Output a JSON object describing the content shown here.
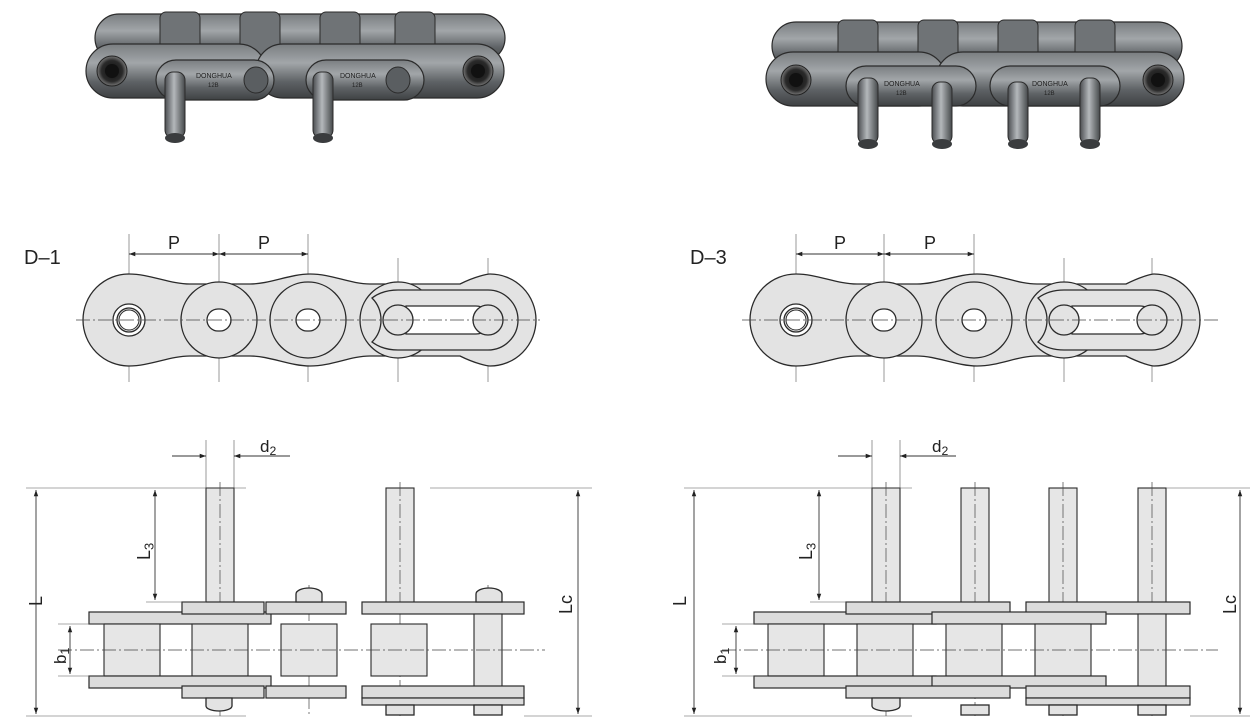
{
  "labels": {
    "d1_title": "D–1",
    "d3_title": "D–3",
    "pitch": "P",
    "d2": "d2",
    "L": "L",
    "L3": "L3",
    "Lc": "Lc",
    "b1": "b1"
  },
  "photo_text": {
    "brand": "DONGHUA",
    "size": "12B"
  },
  "colors": {
    "part_fill": "#e3e3e3",
    "outline": "#2a2a2a",
    "steel_dark": "#4d5053",
    "steel_light": "#a2a6a9"
  }
}
